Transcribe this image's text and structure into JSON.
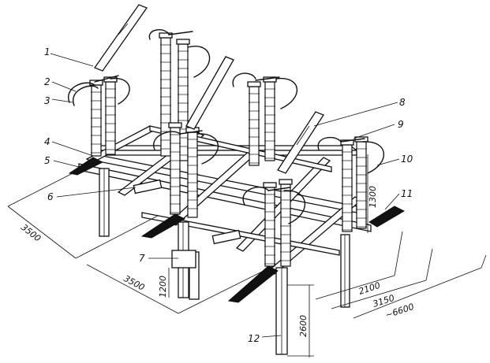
{
  "callouts": [
    {
      "num": "1"
    },
    {
      "num": "2"
    },
    {
      "num": "3"
    },
    {
      "num": "4"
    },
    {
      "num": "5"
    },
    {
      "num": "6"
    },
    {
      "num": "7"
    },
    {
      "num": "8"
    },
    {
      "num": "9"
    },
    {
      "num": "10"
    },
    {
      "num": "11"
    },
    {
      "num": "12"
    }
  ],
  "dimensions": {
    "left_depth": "3500",
    "front_spacing": "3500",
    "post_height_small": "1200",
    "post_height": "2600",
    "insulator_height": "1300",
    "span_2100": "2100",
    "span_3150": "3150",
    "span_total": "~6600"
  }
}
